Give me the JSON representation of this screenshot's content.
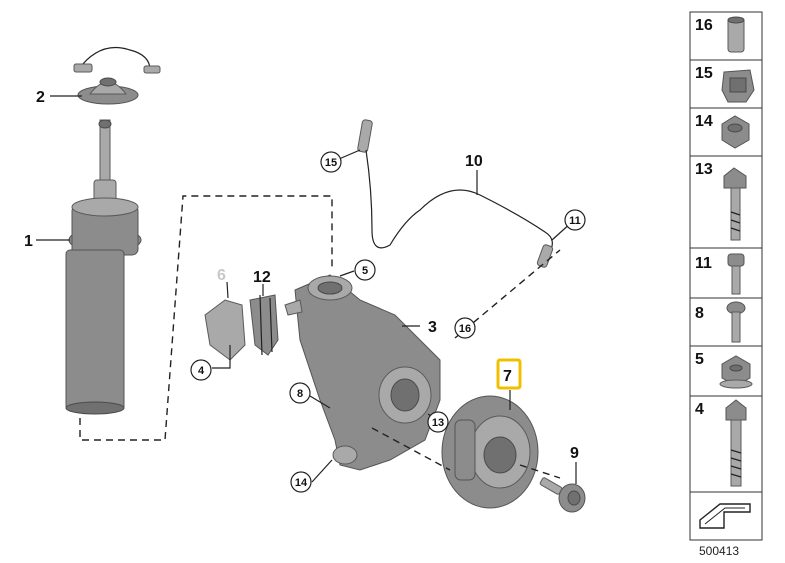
{
  "diagram": {
    "reference_number": "500413",
    "callouts": {
      "c1": "1",
      "c2": "2",
      "c3": "3",
      "c4": "4",
      "c5": "5",
      "c6": "6",
      "c7": "7",
      "c8": "8",
      "c9": "9",
      "c10": "10",
      "c11": "11",
      "c12": "12",
      "c13": "13",
      "c14": "14",
      "c15": "15",
      "c16": "16"
    },
    "highlight_color": "#f0c000",
    "faded_color": "#c8c8c8",
    "sidebar_items": [
      "16",
      "15",
      "14",
      "13",
      "11",
      "8",
      "5",
      "4"
    ]
  }
}
